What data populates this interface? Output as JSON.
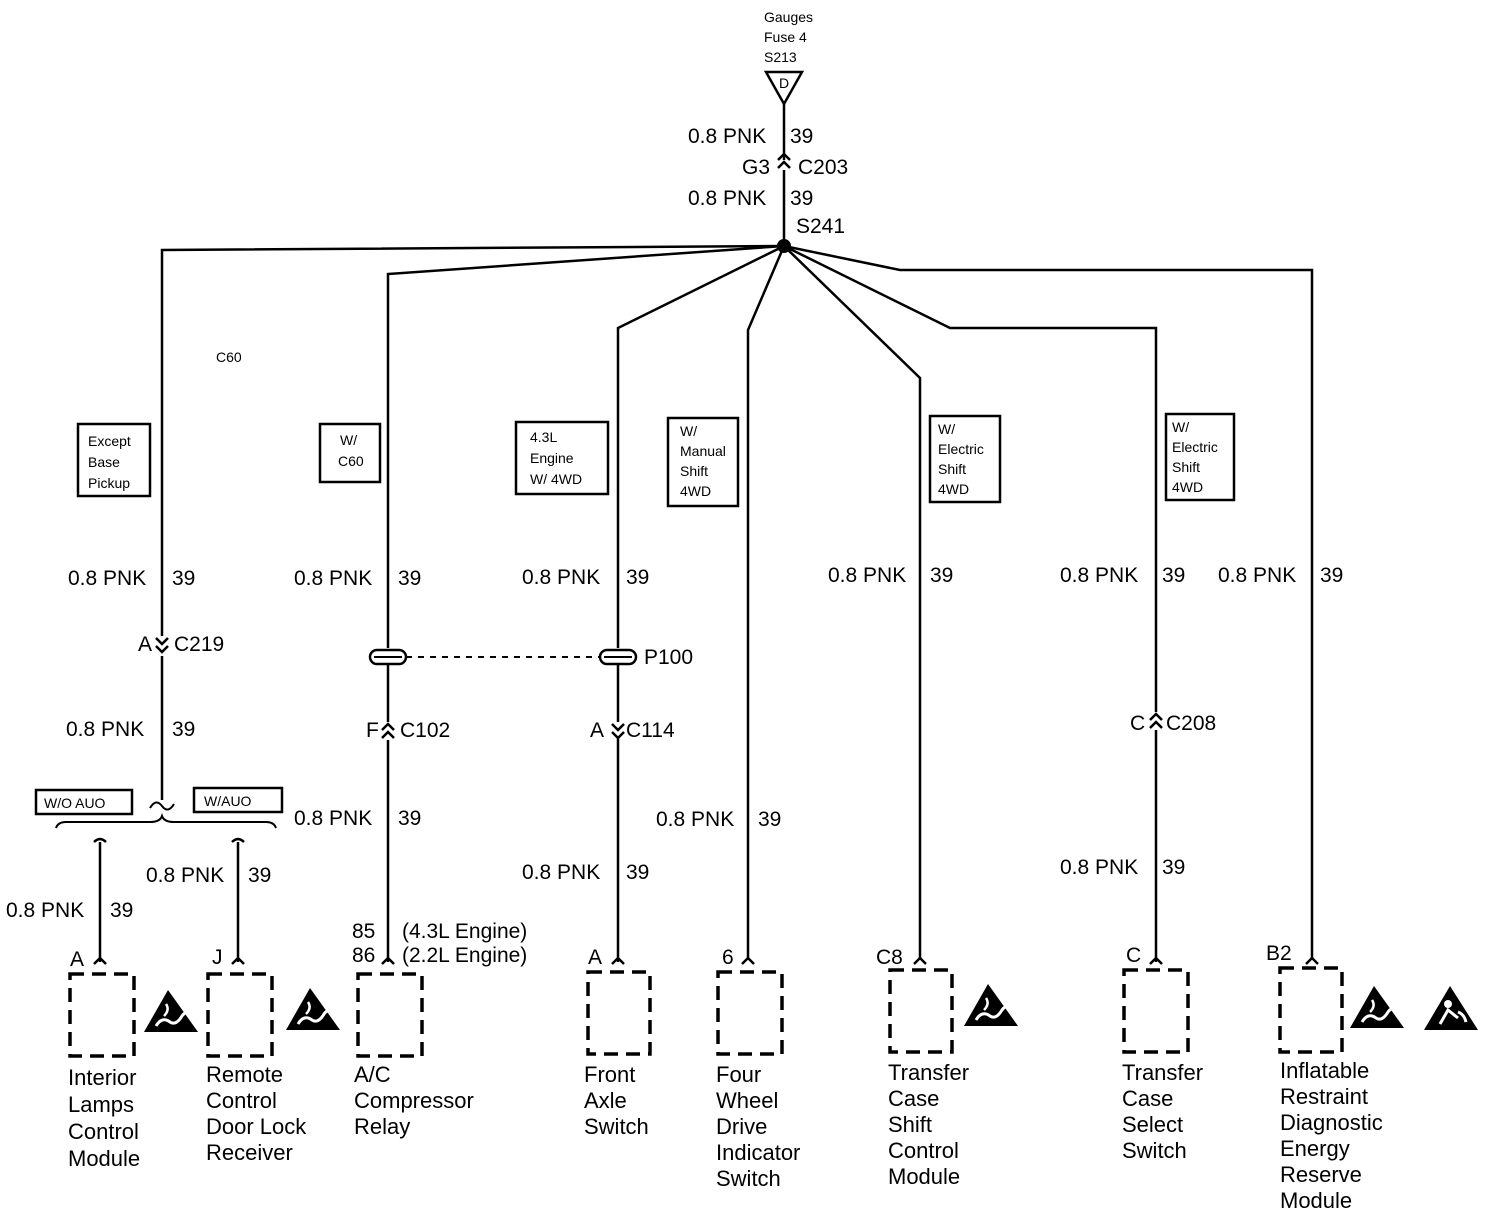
{
  "source": {
    "label1": "Gauges",
    "label2": "Fuse 4",
    "label3": "S213",
    "connector_letter": "D"
  },
  "main_feed": {
    "wire_top": "0.8 PNK",
    "circuit_top": "39",
    "conn_pin": "G3",
    "conn_name": "C203",
    "wire_bottom": "0.8 PNK",
    "circuit_bottom": "39",
    "splice": "S241"
  },
  "c60_label": "C60",
  "branches": {
    "b1": {
      "condition": [
        "Except",
        "Base",
        "Pickup"
      ],
      "wire": "0.8 PNK",
      "circuit": "39",
      "conn_pin": "A",
      "conn_name": "C219",
      "wire2": "0.8 PNK",
      "circuit2": "39",
      "option_left": "W/O AUO",
      "option_right": "W/AUO"
    },
    "b1a": {
      "wire": "0.8 PNK",
      "circuit": "39",
      "pin": "A",
      "name": [
        "Interior",
        "Lamps",
        "Control",
        "Module"
      ]
    },
    "b1b": {
      "wire": "0.8 PNK",
      "circuit": "39",
      "pin": "J",
      "name": [
        "Remote",
        "Control",
        "Door Lock",
        "Receiver"
      ]
    },
    "b2": {
      "condition": [
        "W/",
        "C60"
      ],
      "wire": "0.8 PNK",
      "circuit": "39",
      "conn_pin": "F",
      "conn_name": "C102",
      "wire2": "0.8 PNK",
      "circuit2": "39",
      "pin_a": "85",
      "pin_a_note": "(4.3L Engine)",
      "pin_b": "86",
      "pin_b_note": "(2.2L Engine)",
      "name": [
        "A/C",
        "Compressor",
        "Relay"
      ]
    },
    "b3": {
      "condition": [
        "4.3L",
        "Engine",
        "W/ 4WD"
      ],
      "wire": "0.8 PNK",
      "circuit": "39",
      "pass_through": "P100",
      "conn_pin": "A",
      "conn_name": "C114",
      "wire2": "0.8 PNK",
      "circuit2": "39",
      "pin": "A",
      "name": [
        "Front",
        "Axle",
        "Switch"
      ]
    },
    "b4": {
      "condition": [
        "W/",
        "Manual",
        "Shift",
        "4WD"
      ],
      "wire": "0.8 PNK",
      "circuit": "39",
      "pin": "6",
      "name": [
        "Four",
        "Wheel",
        "Drive",
        "Indicator",
        "Switch"
      ]
    },
    "b5": {
      "condition": [
        "W/",
        "Electric",
        "Shift",
        "4WD"
      ],
      "wire": "0.8 PNK",
      "circuit": "39",
      "pin": "C8",
      "name": [
        "Transfer",
        "Case",
        "Shift",
        "Control",
        "Module"
      ]
    },
    "b6": {
      "condition": [
        "W/",
        "Electric",
        "Shift",
        "4WD"
      ],
      "wire": "0.8 PNK",
      "circuit": "39",
      "conn_pin": "C",
      "conn_name": "C208",
      "wire2": "0.8 PNK",
      "circuit2": "39",
      "pin": "C",
      "name": [
        "Transfer",
        "Case",
        "Select",
        "Switch"
      ]
    },
    "b7": {
      "wire": "0.8 PNK",
      "circuit": "39",
      "pin": "B2",
      "name": [
        "Inflatable",
        "Restraint",
        "Diagnostic",
        "Energy",
        "Reserve",
        "Module"
      ]
    }
  },
  "icons": [
    "esd-warning-icon",
    "airbag-warning-icon"
  ]
}
